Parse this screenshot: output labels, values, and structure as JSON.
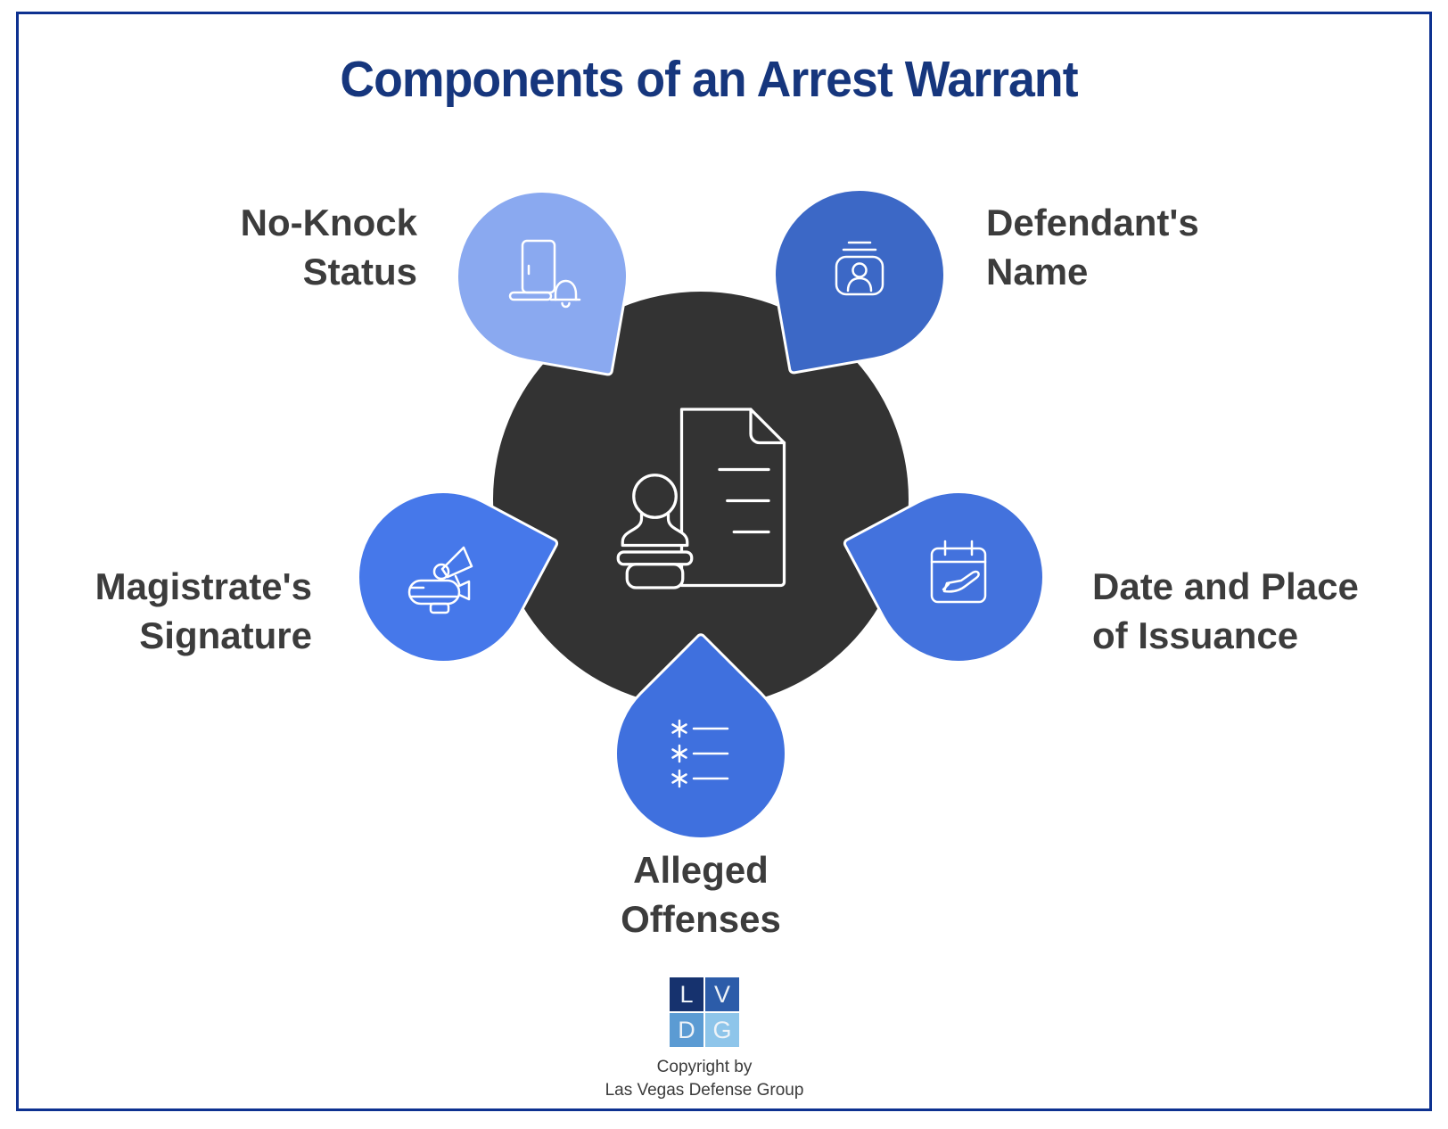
{
  "title": {
    "text": "Components of an Arrest Warrant",
    "color": "#16367d"
  },
  "frame": {
    "border_color": "#0d3190"
  },
  "center_hub": {
    "color": "#333333",
    "icon": "stamped-warrant-document-icon"
  },
  "label_color": "#3c3c3c",
  "components": [
    {
      "name": "No-Knock Status",
      "lines": [
        "No-Knock",
        "Status"
      ],
      "color": "#8aa9f0",
      "icon": "door-bell-icon"
    },
    {
      "name": "Defendant's Name",
      "lines": [
        "Defendant's",
        "Name"
      ],
      "color": "#3c68c6",
      "icon": "id-card-icon"
    },
    {
      "name": "Magistrate's Signature",
      "lines": [
        "Magistrate's",
        "Signature"
      ],
      "color": "#4678ea",
      "icon": "megaphone-blimp-icon"
    },
    {
      "name": "Date and Place of Issuance",
      "lines": [
        "Date and Place",
        "of Issuance"
      ],
      "color": "#4372dd",
      "icon": "calendar-plane-icon"
    },
    {
      "name": "Alleged Offenses",
      "lines": [
        "Alleged",
        "Offenses"
      ],
      "color": "#3f70de",
      "icon": "asterisk-list-icon"
    }
  ],
  "footer": {
    "logo_tiles": [
      {
        "letter": "L",
        "color": "#16326e"
      },
      {
        "letter": "V",
        "color": "#2c5ca9"
      },
      {
        "letter": "D",
        "color": "#5b9bd3"
      },
      {
        "letter": "G",
        "color": "#8ec5ea"
      }
    ],
    "copyright_lines": [
      "Copyright by",
      "Las Vegas Defense Group"
    ]
  }
}
